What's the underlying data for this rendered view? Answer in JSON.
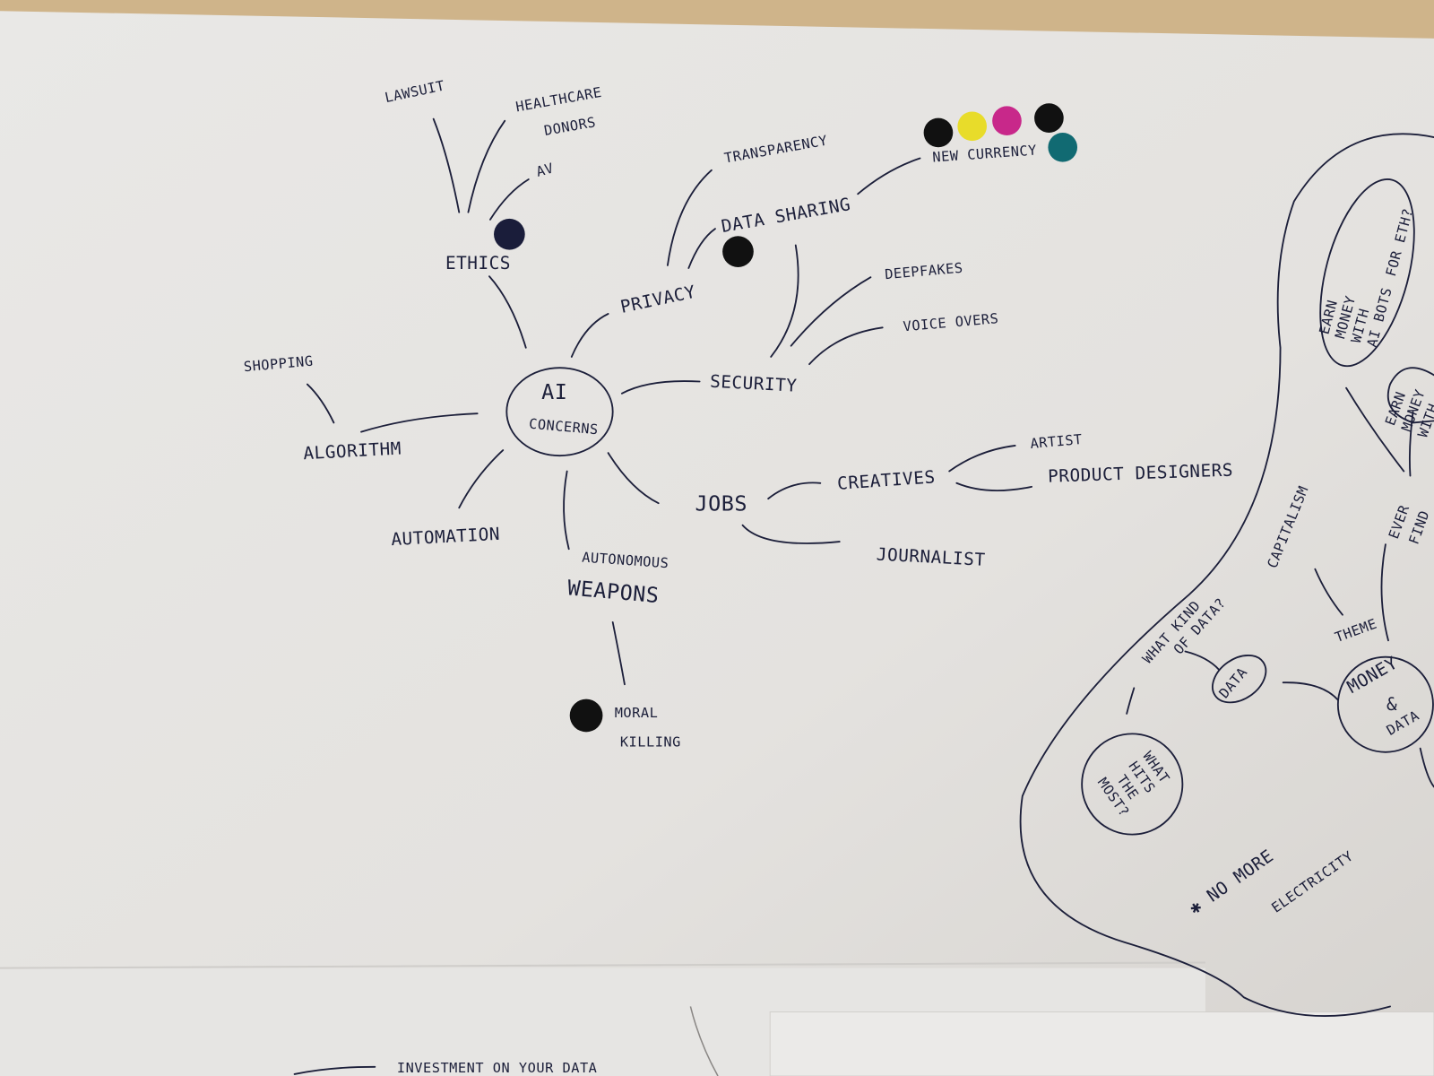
{
  "mindmap": {
    "center": {
      "line1": "AI",
      "line2": "CONCERNS"
    },
    "ethics": {
      "label": "ETHICS",
      "children": [
        "LAWSUIT",
        "HEALTHCARE",
        "DONORS",
        "AV"
      ]
    },
    "privacy": {
      "label": "PRIVACY",
      "children": [
        "TRANSPARENCY",
        "DATA SHARING"
      ]
    },
    "data_sharing_child": "NEW CURRENCY",
    "security": {
      "label": "SECURITY",
      "children": [
        "DEEPFAKES",
        "VOICE OVERS"
      ]
    },
    "algorithm": {
      "label": "ALGORITHM",
      "children": [
        "SHOPPING"
      ]
    },
    "automation": "AUTOMATION",
    "weapons": {
      "line1": "AUTONOMOUS",
      "line2": "WEAPONS",
      "child_line1": "MORAL",
      "child_line2": "KILLING"
    },
    "jobs": {
      "label": "JOBS",
      "creatives": "CREATIVES",
      "children": [
        "ARTIST",
        "PRODUCT DESIGNERS",
        "JOURNALIST"
      ]
    }
  },
  "right_cluster": {
    "capitalism": "CAPITALISM",
    "theme": "THEME",
    "money_data": {
      "line1": "MONEY",
      "line2": "&",
      "line3": "DATA"
    },
    "data": "DATA",
    "what_kind": {
      "line1": "WHAT KIND",
      "line2": "OF DATA?"
    },
    "what_hits": {
      "line1": "WHAT",
      "line2": "HITS",
      "line3": "THE",
      "line4": "MOST?"
    },
    "no_more": {
      "line1": "✱ NO MORE",
      "line2": "ELECTRICITY"
    },
    "earn_bots": {
      "line1": "EARN",
      "line2": "MONEY",
      "line3": "WITH",
      "line4": "AI BOTS",
      "line5": "FOR ETH?"
    },
    "earn2": {
      "line1": "EARN",
      "line2": "MONEY",
      "line3": "WITH"
    },
    "ever_find": {
      "line1": "EVER",
      "line2": "FIND"
    }
  },
  "bottom_sheet": {
    "text": "INVESTMENT ON YOUR DATA"
  },
  "dot_colors": {
    "black": "#111111",
    "navy": "#1a1d3a",
    "yellow": "#e8dc2a",
    "magenta": "#c8288a",
    "teal": "#116a72"
  }
}
